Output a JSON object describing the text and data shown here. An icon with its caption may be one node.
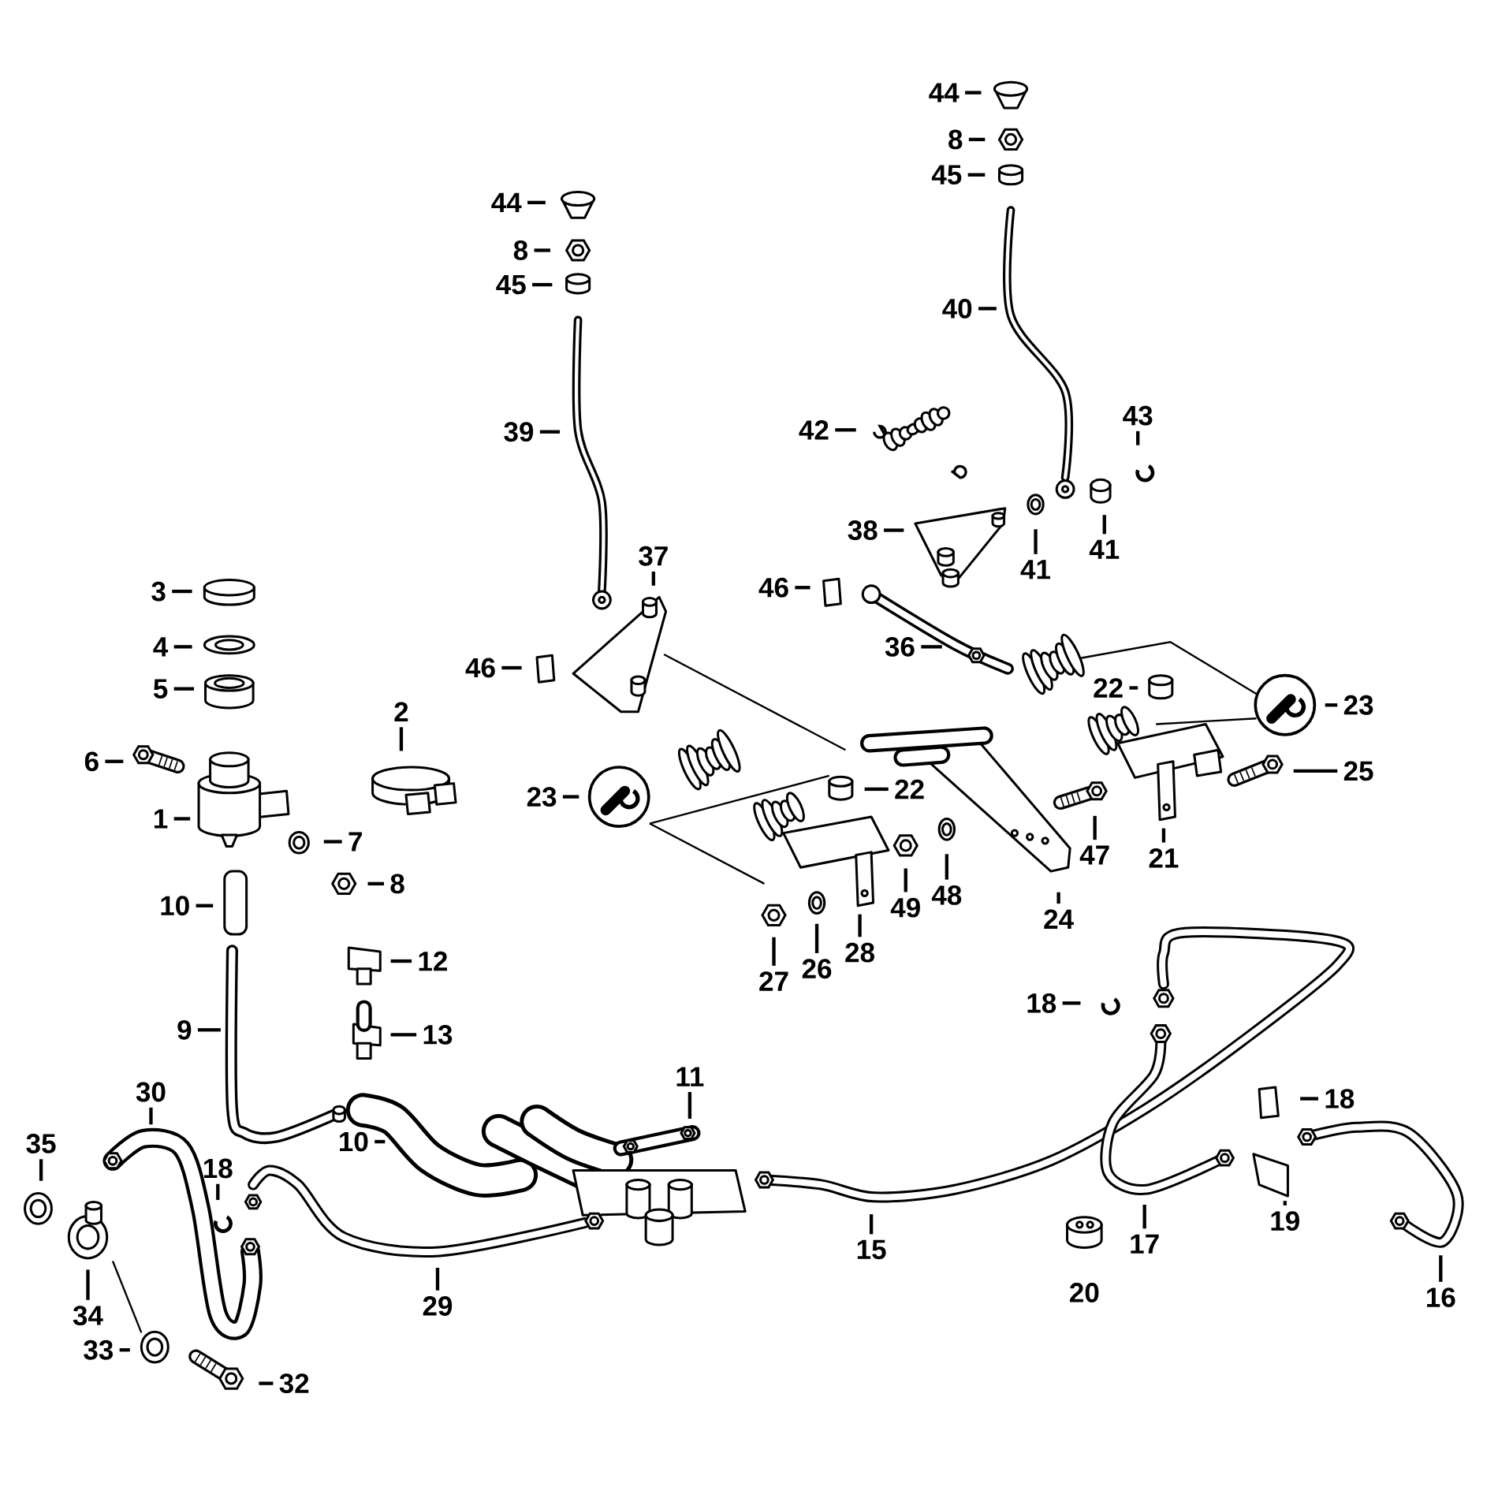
{
  "diagram": {
    "nodes": [
      {
        "text": [
          "44"
        ]
      },
      {
        "text": [
          "8"
        ]
      },
      {
        "text": [
          "45"
        ]
      },
      {
        "text": [
          "39"
        ]
      },
      {
        "text": [
          "44"
        ]
      },
      {
        "text": [
          "8"
        ]
      },
      {
        "text": [
          "45"
        ]
      },
      {
        "text": [
          "40"
        ]
      },
      {
        "text": [
          "42"
        ]
      },
      {
        "text": [
          "43"
        ]
      },
      {
        "text": [
          "38"
        ]
      },
      {
        "text": [
          "41"
        ]
      },
      {
        "text": [
          "41"
        ]
      },
      {
        "text": [
          "3"
        ]
      },
      {
        "text": [
          "4"
        ]
      },
      {
        "text": [
          "5"
        ]
      },
      {
        "text": [
          "6"
        ]
      },
      {
        "text": [
          "1"
        ]
      },
      {
        "text": [
          "2"
        ]
      },
      {
        "text": [
          "7"
        ]
      },
      {
        "text": [
          "8"
        ]
      },
      {
        "text": [
          "10"
        ]
      },
      {
        "text": [
          "12"
        ]
      },
      {
        "text": [
          "13"
        ]
      },
      {
        "text": [
          "9"
        ]
      },
      {
        "text": [
          "37"
        ]
      },
      {
        "text": [
          "46"
        ]
      },
      {
        "text": [
          "46"
        ]
      },
      {
        "text": [
          "36"
        ]
      },
      {
        "text": [
          "22"
        ]
      },
      {
        "text": [
          "23"
        ]
      },
      {
        "text": [
          "25"
        ]
      },
      {
        "text": [
          "23"
        ]
      },
      {
        "text": [
          "22"
        ]
      },
      {
        "text": [
          "47"
        ]
      },
      {
        "text": [
          "21"
        ]
      },
      {
        "text": [
          "49"
        ]
      },
      {
        "text": [
          "48"
        ]
      },
      {
        "text": [
          "24"
        ]
      },
      {
        "text": [
          "28"
        ]
      },
      {
        "text": [
          "27"
        ]
      },
      {
        "text": [
          "26"
        ]
      },
      {
        "text": [
          "18"
        ]
      },
      {
        "text": [
          "11"
        ]
      },
      {
        "text": [
          "18"
        ]
      },
      {
        "text": [
          "30"
        ]
      },
      {
        "text": [
          "35"
        ]
      },
      {
        "text": [
          "10"
        ]
      },
      {
        "text": [
          "18"
        ]
      },
      {
        "text": [
          "15"
        ]
      },
      {
        "text": [
          "17"
        ]
      },
      {
        "text": [
          "19"
        ]
      },
      {
        "text": [
          "16"
        ]
      },
      {
        "text": [
          "29"
        ]
      },
      {
        "text": [
          "34"
        ]
      },
      {
        "text": [
          "33"
        ]
      },
      {
        "text": [
          "32"
        ]
      }
    ],
    "edges": [
      {
        "from": 0,
        "to": null,
        "arrow": "none"
      },
      {
        "from": 1,
        "to": null,
        "arrow": "none"
      },
      {
        "from": 2,
        "to": null,
        "arrow": "none"
      },
      {
        "from": 3,
        "to": null,
        "arrow": "none"
      },
      {
        "from": 4,
        "to": null,
        "arrow": "none"
      },
      {
        "from": 5,
        "to": null,
        "arrow": "none"
      },
      {
        "from": 6,
        "to": null,
        "arrow": "none"
      },
      {
        "from": 7,
        "to": null,
        "arrow": "none"
      },
      {
        "from": 8,
        "to": null,
        "arrow": "none"
      },
      {
        "from": 9,
        "to": null,
        "arrow": "none"
      },
      {
        "from": 10,
        "to": null,
        "arrow": "none"
      },
      {
        "from": 11,
        "to": null,
        "arrow": "none"
      },
      {
        "from": 12,
        "to": null,
        "arrow": "none"
      },
      {
        "from": 13,
        "to": null,
        "arrow": "none"
      },
      {
        "from": 14,
        "to": null,
        "arrow": "none"
      },
      {
        "from": 15,
        "to": null,
        "arrow": "none"
      },
      {
        "from": 16,
        "to": null,
        "arrow": "none"
      },
      {
        "from": 17,
        "to": null,
        "arrow": "none"
      },
      {
        "from": 18,
        "to": null,
        "arrow": "none"
      },
      {
        "from": 19,
        "to": null,
        "arrow": "none"
      },
      {
        "from": 20,
        "to": null,
        "arrow": "none"
      },
      {
        "from": 21,
        "to": null,
        "arrow": "none"
      },
      {
        "from": 22,
        "to": null,
        "arrow": "none"
      },
      {
        "from": 23,
        "to": null,
        "arrow": "none"
      },
      {
        "from": 24,
        "to": null,
        "arrow": "none"
      },
      {
        "from": 25,
        "to": null,
        "arrow": "none"
      },
      {
        "from": 26,
        "to": null,
        "arrow": "none"
      },
      {
        "from": 27,
        "to": null,
        "arrow": "none"
      },
      {
        "from": 28,
        "to": null,
        "arrow": "none"
      },
      {
        "from": 29,
        "to": null,
        "arrow": "none"
      },
      {
        "from": 30,
        "to": null,
        "arrow": "none"
      },
      {
        "from": 31,
        "to": null,
        "arrow": "none"
      },
      {
        "from": 32,
        "to": null,
        "arrow": "none"
      },
      {
        "from": 33,
        "to": null,
        "arrow": "none"
      },
      {
        "from": 34,
        "to": null,
        "arrow": "none"
      },
      {
        "from": 35,
        "to": null,
        "arrow": "none"
      },
      {
        "from": 36,
        "to": null,
        "arrow": "none"
      },
      {
        "from": 37,
        "to": null,
        "arrow": "none"
      },
      {
        "from": 38,
        "to": null,
        "arrow": "none"
      },
      {
        "from": 39,
        "to": null,
        "arrow": "none"
      },
      {
        "from": 40,
        "to": null,
        "arrow": "none"
      },
      {
        "from": 41,
        "to": null,
        "arrow": "none"
      },
      {
        "from": 42,
        "to": null,
        "arrow": "none"
      },
      {
        "from": 43,
        "to": null,
        "arrow": "none"
      },
      {
        "from": 44,
        "to": null,
        "arrow": "none"
      },
      {
        "from": 45,
        "to": null,
        "arrow": "none"
      },
      {
        "from": 46,
        "to": null,
        "arrow": "none"
      },
      {
        "from": 47,
        "to": null,
        "arrow": "none"
      },
      {
        "from": 48,
        "to": null,
        "arrow": "none"
      },
      {
        "from": 49,
        "to": null,
        "arrow": "none"
      },
      {
        "from": 50,
        "to": null,
        "arrow": "none"
      },
      {
        "from": 51,
        "to": null,
        "arrow": "none"
      },
      {
        "from": 52,
        "to": null,
        "arrow": "none"
      },
      {
        "from": 53,
        "to": null,
        "arrow": "none"
      },
      {
        "from": 54,
        "to": null,
        "arrow": "none"
      },
      {
        "from": 55,
        "to": null,
        "arrow": "none"
      },
      {
        "from": 56,
        "to": null,
        "arrow": "none"
      }
    ],
    "labels": [
      "20"
    ]
  }
}
